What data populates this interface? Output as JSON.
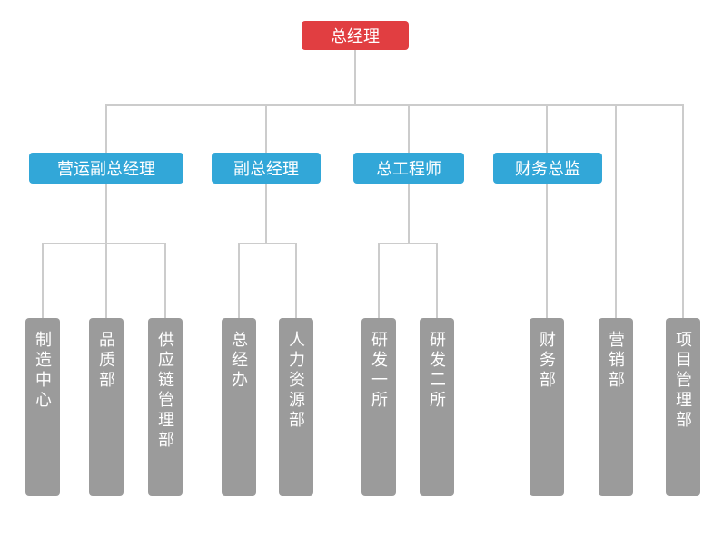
{
  "diagram_title": "org-chart",
  "tree": {
    "root": {
      "label": "总经理"
    },
    "branches": [
      {
        "label": "营运副总经理",
        "children": [
          {
            "label": "制造中心"
          },
          {
            "label": "品质部"
          },
          {
            "label": "供应链管理部"
          }
        ]
      },
      {
        "label": "副总经理",
        "children": [
          {
            "label": "总经办"
          },
          {
            "label": "人力资源部"
          }
        ]
      },
      {
        "label": "总工程师",
        "children": [
          {
            "label": "研发一所"
          },
          {
            "label": "研发二所"
          }
        ]
      },
      {
        "label": "财务总监",
        "children": [
          {
            "label": "财务部"
          }
        ]
      }
    ],
    "direct_departments": [
      {
        "label": "营销部"
      },
      {
        "label": "项目管理部"
      }
    ]
  },
  "colors": {
    "root-node": "#e13e41",
    "manager-node": "#32a7d8",
    "department-node": "#9b9b9b",
    "connector-line": "#cccccc",
    "text": "#ffffff",
    "background": "#ffffff"
  }
}
